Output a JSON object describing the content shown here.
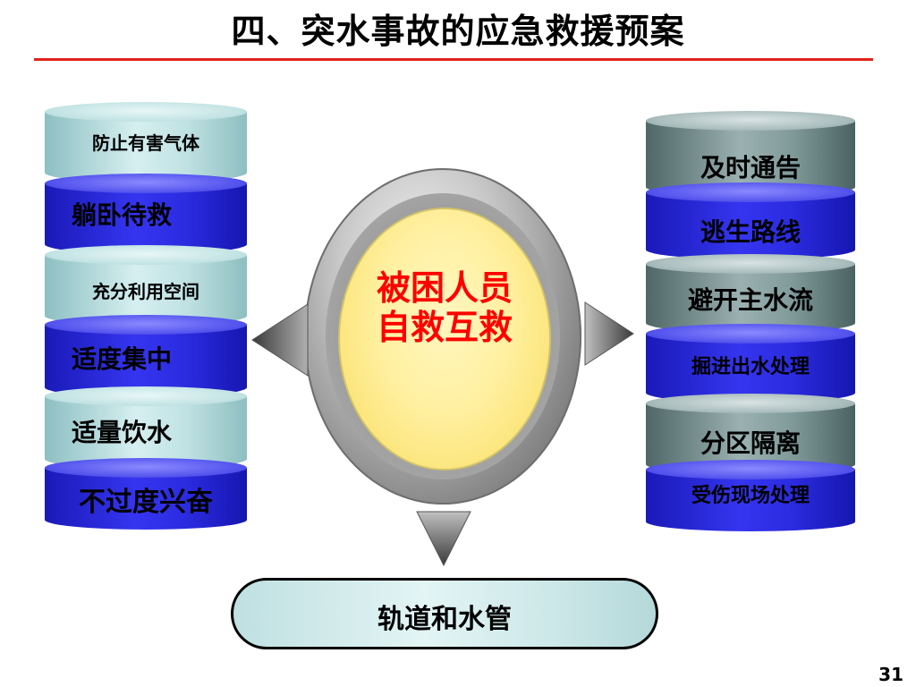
{
  "slide": {
    "title": "四、突水事故的应急救援预案",
    "page_number": "31"
  },
  "center": {
    "line1": "被困人员",
    "line2": "自救互救"
  },
  "left_stack": [
    {
      "label": "防止有害气体",
      "theme": "cyan"
    },
    {
      "label": "躺卧待救",
      "theme": "blue"
    },
    {
      "label": "充分利用空间",
      "theme": "cyan"
    },
    {
      "label": "适度集中",
      "theme": "blue"
    },
    {
      "label": "适量饮水",
      "theme": "cyan"
    },
    {
      "label": "不过度兴奋",
      "theme": "blue"
    }
  ],
  "right_stack": [
    {
      "label": "及时通告",
      "theme": "gray"
    },
    {
      "label": "逃生路线",
      "theme": "blue"
    },
    {
      "label": "避开主水流",
      "theme": "gray"
    },
    {
      "label": "掘进出水处理",
      "theme": "blue"
    },
    {
      "label": "分区隔离",
      "theme": "gray"
    },
    {
      "label": "受伤现场处理",
      "theme": "blue"
    }
  ],
  "bottom": {
    "label": "轨道和水管"
  },
  "colors": {
    "title_rule": "#e2231a",
    "center_text": "#ff0000",
    "blue_segment": "#2b2be0",
    "cyan_segment": "#c0e2e3",
    "gray_segment": "#809a9a"
  }
}
